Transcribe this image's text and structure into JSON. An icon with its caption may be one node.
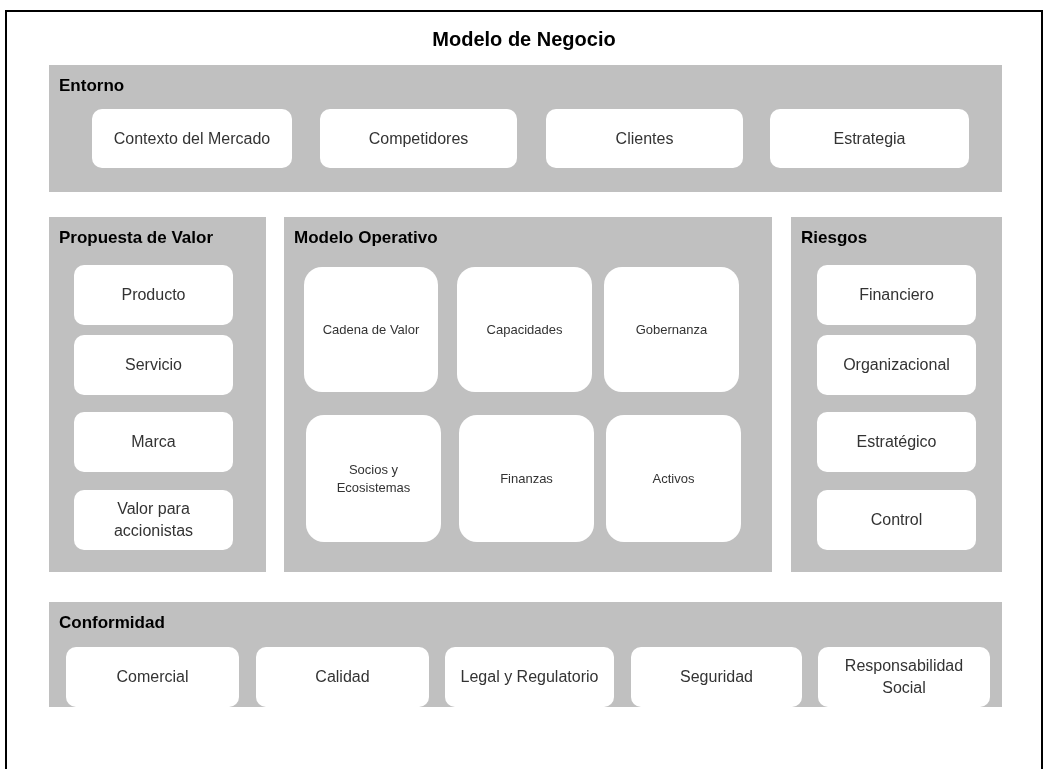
{
  "diagram": {
    "title": "Modelo de Negocio",
    "nodes": [
      {
        "text": [
          "Entorno"
        ]
      },
      {
        "text": [
          "Contexto del Mercado"
        ],
        "in": 0
      },
      {
        "text": [
          "Competidores"
        ],
        "in": 0
      },
      {
        "text": [
          "Clientes"
        ],
        "in": 0
      },
      {
        "text": [
          "Estrategia"
        ],
        "in": 0
      },
      {
        "text": [
          "Propuesta de Valor"
        ]
      },
      {
        "text": [
          "Producto"
        ],
        "in": 5
      },
      {
        "text": [
          "Servicio"
        ],
        "in": 5
      },
      {
        "text": [
          "Marca"
        ],
        "in": 5
      },
      {
        "text": [
          "Valor para accionistas"
        ],
        "in": 5
      },
      {
        "text": [
          "Modelo Operativo"
        ]
      },
      {
        "text": [
          "Cadena de Valor"
        ],
        "in": 10
      },
      {
        "text": [
          "Capacidades"
        ],
        "in": 10
      },
      {
        "text": [
          "Gobernanza"
        ],
        "in": 10
      },
      {
        "text": [
          "Socios y Ecosistemas"
        ],
        "in": 10
      },
      {
        "text": [
          "Finanzas"
        ],
        "in": 10
      },
      {
        "text": [
          "Activos"
        ],
        "in": 10
      },
      {
        "text": [
          "Riesgos"
        ]
      },
      {
        "text": [
          "Financiero"
        ],
        "in": 17
      },
      {
        "text": [
          "Organizacional"
        ],
        "in": 17
      },
      {
        "text": [
          "Estratégico"
        ],
        "in": 17
      },
      {
        "text": [
          "Control"
        ],
        "in": 17
      },
      {
        "text": [
          "Conformidad"
        ]
      },
      {
        "text": [
          "Comercial"
        ],
        "in": 22
      },
      {
        "text": [
          "Calidad"
        ],
        "in": 22
      },
      {
        "text": [
          "Legal y Regulatorio"
        ],
        "in": 22
      },
      {
        "text": [
          "Seguridad"
        ],
        "in": 22
      },
      {
        "text": [
          "Responsabilidad Social"
        ],
        "in": 22
      }
    ],
    "edges": []
  }
}
